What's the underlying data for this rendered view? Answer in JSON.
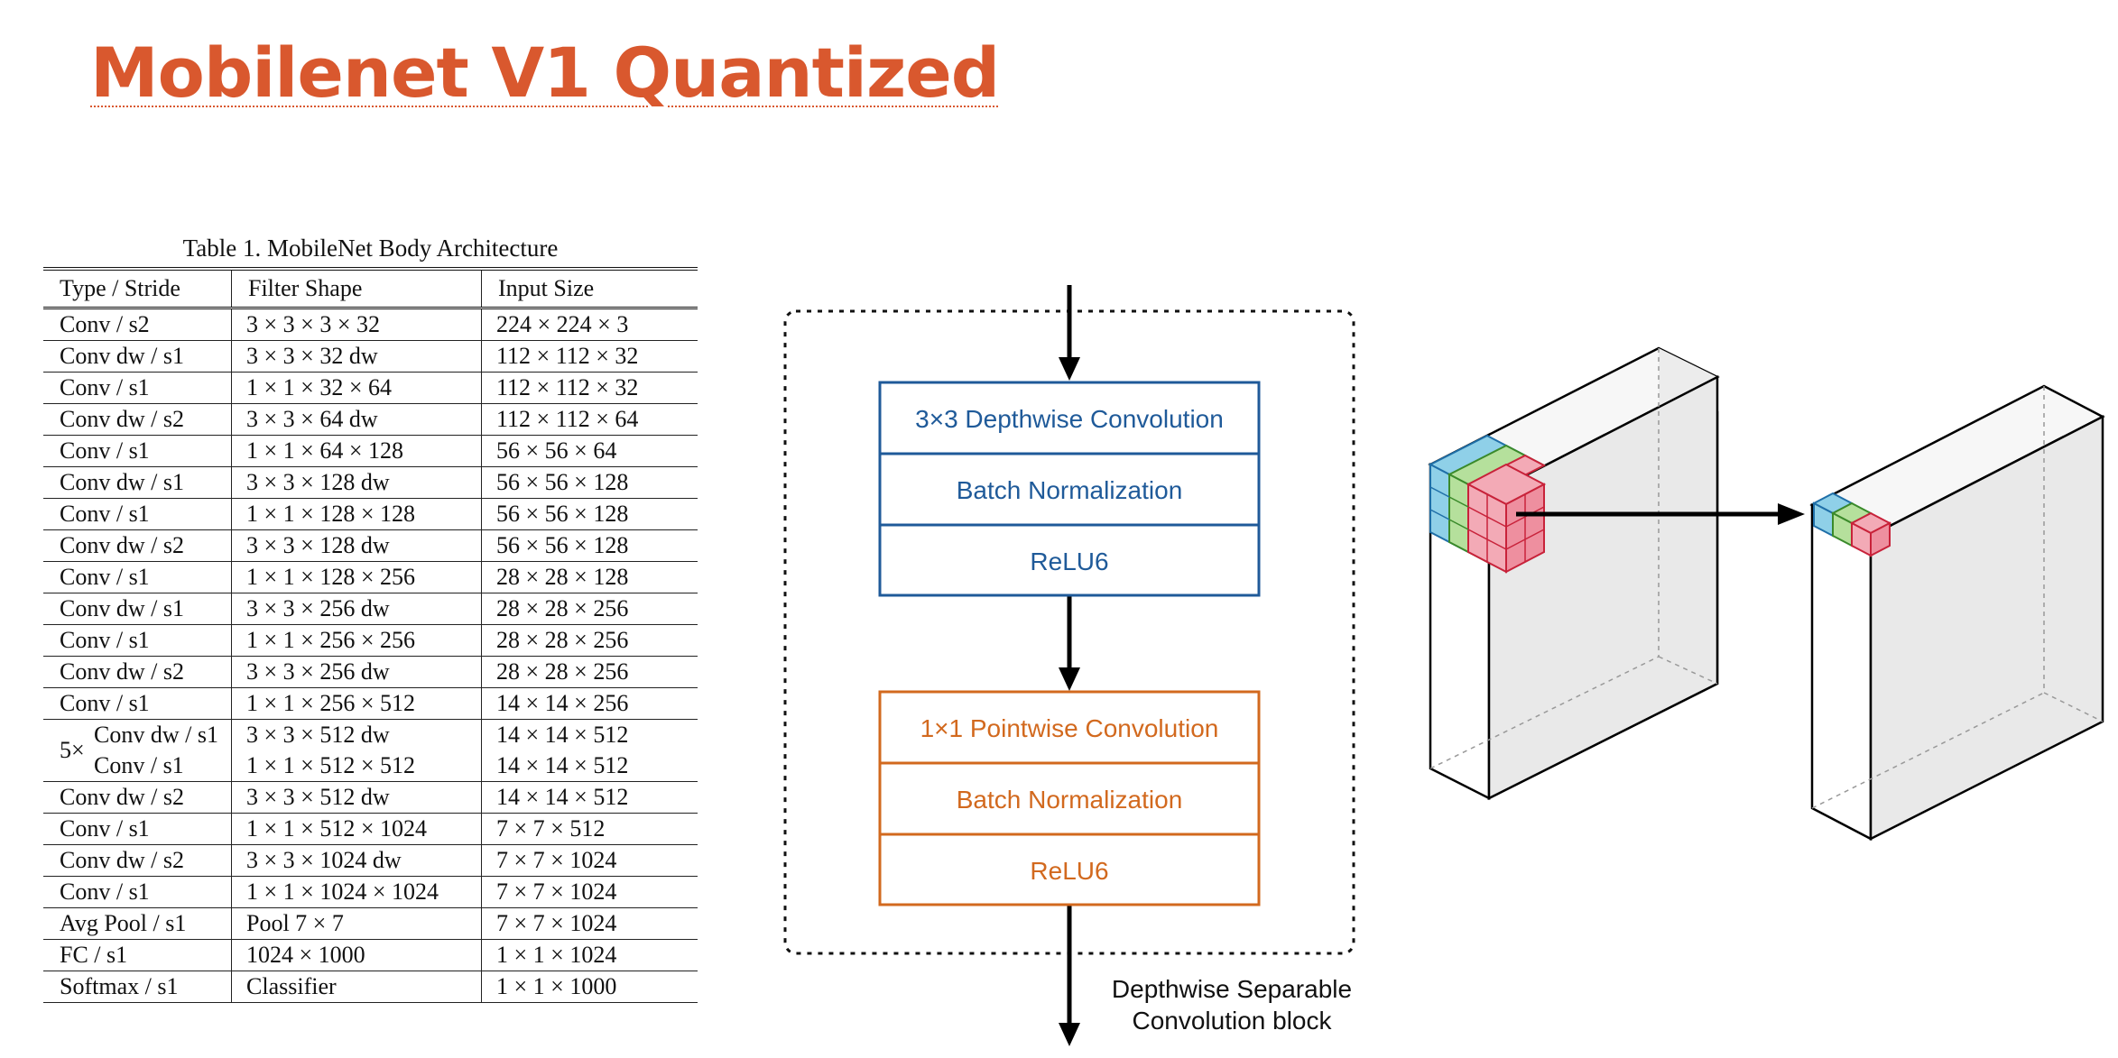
{
  "slide": {
    "title": "Mobilenet V1 Quantized"
  },
  "table": {
    "caption": "Table 1. MobileNet Body Architecture",
    "headers": [
      "Type / Stride",
      "Filter Shape",
      "Input Size"
    ],
    "rows_before": [
      [
        "Conv / s2",
        "3 × 3 × 3 × 32",
        "224 × 224 × 3"
      ],
      [
        "Conv dw / s1",
        "3 × 3 × 32 dw",
        "112 × 112 × 32"
      ],
      [
        "Conv / s1",
        "1 × 1 × 32 × 64",
        "112 × 112 × 32"
      ],
      [
        "Conv dw / s2",
        "3 × 3 × 64 dw",
        "112 × 112 × 64"
      ],
      [
        "Conv / s1",
        "1 × 1 × 64 × 128",
        "56 × 56 × 64"
      ],
      [
        "Conv dw / s1",
        "3 × 3 × 128 dw",
        "56 × 56 × 128"
      ],
      [
        "Conv / s1",
        "1 × 1 × 128 × 128",
        "56 × 56 × 128"
      ],
      [
        "Conv dw / s2",
        "3 × 3 × 128 dw",
        "56 × 56 × 128"
      ],
      [
        "Conv / s1",
        "1 × 1 × 128 × 256",
        "28 × 28 × 128"
      ],
      [
        "Conv dw / s1",
        "3 × 3 × 256 dw",
        "28 × 28 × 256"
      ],
      [
        "Conv / s1",
        "1 × 1 × 256 × 256",
        "28 × 28 × 256"
      ],
      [
        "Conv dw / s2",
        "3 × 3 × 256 dw",
        "28 × 28 × 256"
      ],
      [
        "Conv / s1",
        "1 × 1 × 256 × 512",
        "14 × 14 × 256"
      ]
    ],
    "repeat": {
      "multiplier": "5×",
      "rows": [
        [
          "Conv dw / s1",
          "3 × 3 × 512 dw",
          "14 × 14 × 512"
        ],
        [
          "Conv / s1",
          "1 × 1 × 512 × 512",
          "14 × 14 × 512"
        ]
      ]
    },
    "rows_after": [
      [
        "Conv dw / s2",
        "3 × 3 × 512 dw",
        "14 × 14 × 512"
      ],
      [
        "Conv / s1",
        "1 × 1 × 512 × 1024",
        "7 × 7 × 512"
      ],
      [
        "Conv dw / s2",
        "3 × 3 × 1024 dw",
        "7 × 7 × 1024"
      ],
      [
        "Conv / s1",
        "1 × 1 × 1024 × 1024",
        "7 × 7 × 1024"
      ],
      [
        "Avg Pool / s1",
        "Pool 7 × 7",
        "7 × 7 × 1024"
      ],
      [
        "FC / s1",
        "1024 × 1000",
        "1 × 1 × 1024"
      ],
      [
        "Softmax / s1",
        "Classifier",
        "1 × 1 × 1000"
      ]
    ]
  },
  "block_diagram": {
    "depthwise_group": [
      "3×3 Depthwise Convolution",
      "Batch Normalization",
      "ReLU6"
    ],
    "pointwise_group": [
      "1×1 Pointwise Convolution",
      "Batch Normalization",
      "ReLU6"
    ],
    "caption_line1": "Depthwise Separable",
    "caption_line2": "Convolution block",
    "colors": {
      "depthwise": "#1f5a99",
      "pointwise": "#d2691e"
    }
  },
  "cube_illustration": {
    "channel_colors": [
      "#7fc6e0",
      "#a9d88f",
      "#f0a0ad"
    ]
  }
}
